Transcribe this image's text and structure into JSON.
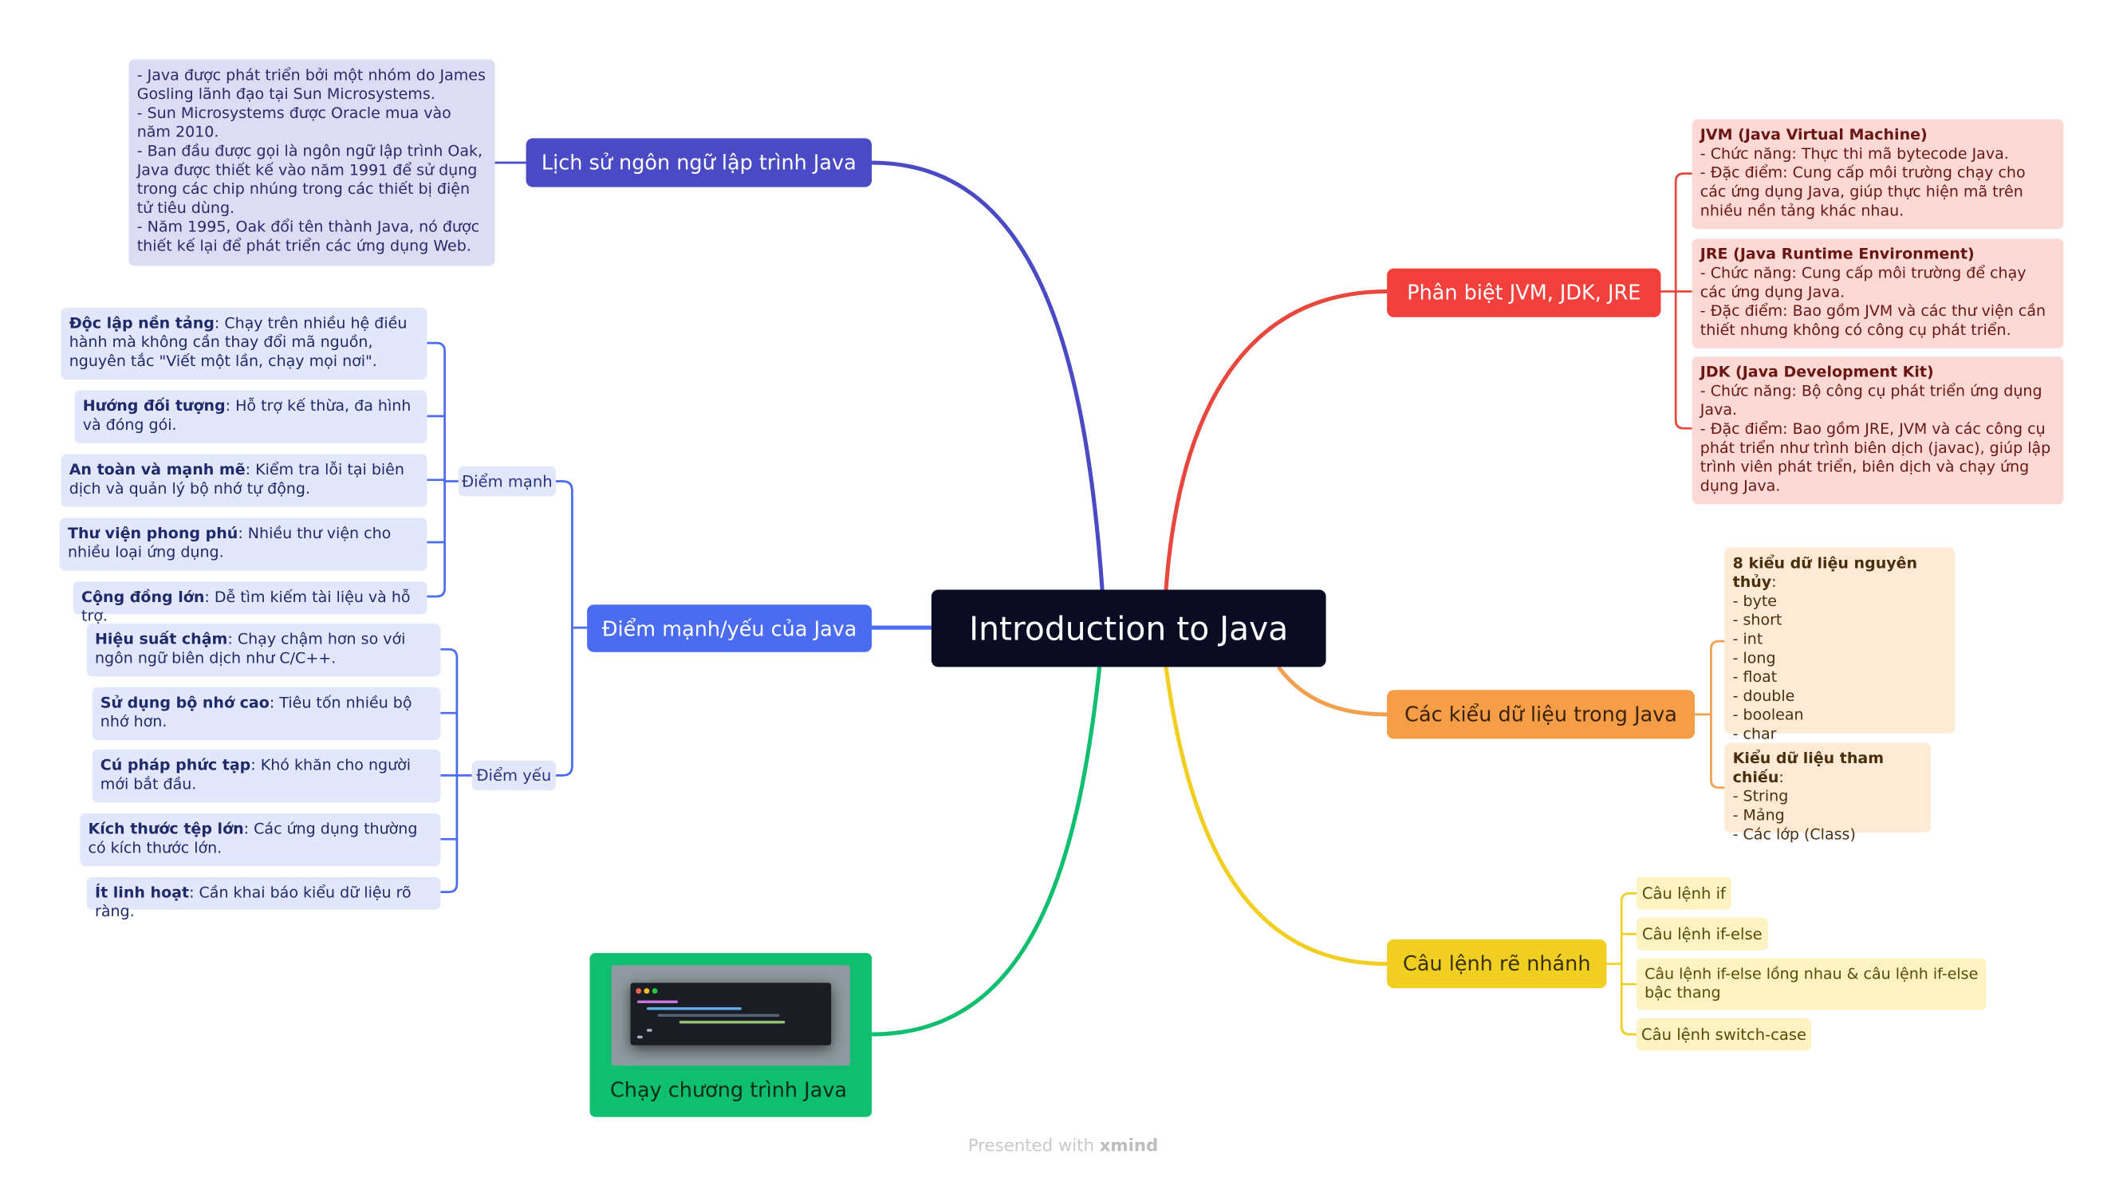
{
  "central": "Introduction to Java",
  "colors": {
    "central_bg": "#0b0b24",
    "history": "#4a4ac4",
    "strengths": "#4b6cf0",
    "run": "#0fbf6f",
    "jvm": "#f2413d",
    "types": "#f59e47",
    "branch": "#f1ce22"
  },
  "branches": {
    "history": {
      "label": "Lịch sử ngôn ngữ lập trình Java",
      "note": "- Java được phát triển bởi một nhóm do James Gosling lãnh đạo tại Sun Microsystems.\n- Sun Microsystems được Oracle mua vào năm 2010.\n- Ban đầu được gọi là ngôn ngữ lập trình Oak, Java được thiết kế vào năm 1991 để sử dụng trong các chip nhúng trong các thiết bị điện tử tiêu dùng.\n- Năm 1995, Oak đổi tên thành Java, nó được thiết kế lại để phát triển các ứng dụng Web."
    },
    "strengths_weaknesses": {
      "label": "Điểm mạnh/yếu của Java",
      "strengths": {
        "label": "Điểm mạnh",
        "items": [
          {
            "title": "Độc lập nền tảng",
            "text": ": Chạy trên nhiều hệ điều hành mà không cần thay đổi mã nguồn, nguyên tắc \"Viết một lần, chạy mọi nơi\"."
          },
          {
            "title": "Hướng đối tượng",
            "text": ": Hỗ trợ kế thừa, đa hình và đóng gói."
          },
          {
            "title": "An toàn và mạnh mẽ",
            "text": ": Kiểm tra lỗi tại biên dịch và quản lý bộ nhớ tự động."
          },
          {
            "title": "Thư viện phong phú",
            "text": ": Nhiều thư viện cho nhiều loại ứng dụng."
          },
          {
            "title": "Cộng đồng lớn",
            "text": ": Dễ tìm kiếm tài liệu và hỗ trợ."
          }
        ]
      },
      "weaknesses": {
        "label": "Điểm yếu",
        "items": [
          {
            "title": "Hiệu suất chậm",
            "text": ": Chạy chậm hơn so với ngôn ngữ biên dịch như C/C++."
          },
          {
            "title": "Sử dụng bộ nhớ cao",
            "text": ": Tiêu tốn nhiều bộ nhớ hơn."
          },
          {
            "title": "Cú pháp phức tạp",
            "text": ": Khó khăn cho người mới bắt đầu."
          },
          {
            "title": "Kích thước tệp lớn",
            "text": ": Các ứng dụng thường có kích thước lớn."
          },
          {
            "title": "Ít linh hoạt",
            "text": ": Cần khai báo kiểu dữ liệu rõ ràng."
          }
        ]
      }
    },
    "run": {
      "label": "Chạy chương trình Java"
    },
    "jvm": {
      "label": "Phân biệt JVM, JDK, JRE",
      "items": [
        {
          "title": "JVM (Java Virtual Machine)",
          "text": "- Chức năng: Thực thi mã bytecode Java.\n- Đặc điểm: Cung cấp môi trường chạy cho các ứng dụng Java, giúp thực hiện mã trên nhiều nền tảng khác nhau."
        },
        {
          "title": "JRE (Java Runtime Environment)",
          "text": "- Chức năng: Cung cấp môi trường để chạy các ứng dụng Java.\n- Đặc điểm: Bao gồm JVM và các thư viện cần thiết nhưng không có công cụ phát triển."
        },
        {
          "title": "JDK (Java Development Kit)",
          "text": "- Chức năng: Bộ công cụ phát triển ứng dụng Java.\n- Đặc điểm: Bao gồm JRE, JVM và các công cụ phát triển như trình biên dịch (javac), giúp lập trình viên phát triển, biên dịch và chạy ứng dụng Java."
        }
      ]
    },
    "types": {
      "label": "Các kiểu dữ liệu trong Java",
      "items": [
        {
          "title": "8 kiểu dữ liệu nguyên thủy",
          "text": ":\n- byte\n- short\n- int\n- long\n- float\n- double\n- boolean\n- char"
        },
        {
          "title": "Kiểu dữ liệu tham chiếu",
          "text": ":\n- String\n- Mảng\n- Các lớp (Class)"
        }
      ]
    },
    "branching": {
      "label": "Câu lệnh rẽ nhánh",
      "items": [
        "Câu lệnh if",
        "Câu lệnh if-else",
        "Câu lệnh if-else lồng nhau & câu lệnh if-else bậc thang",
        "Câu lệnh switch-case"
      ]
    }
  },
  "footer": {
    "prefix": "Presented with",
    "brand": "xmind"
  }
}
